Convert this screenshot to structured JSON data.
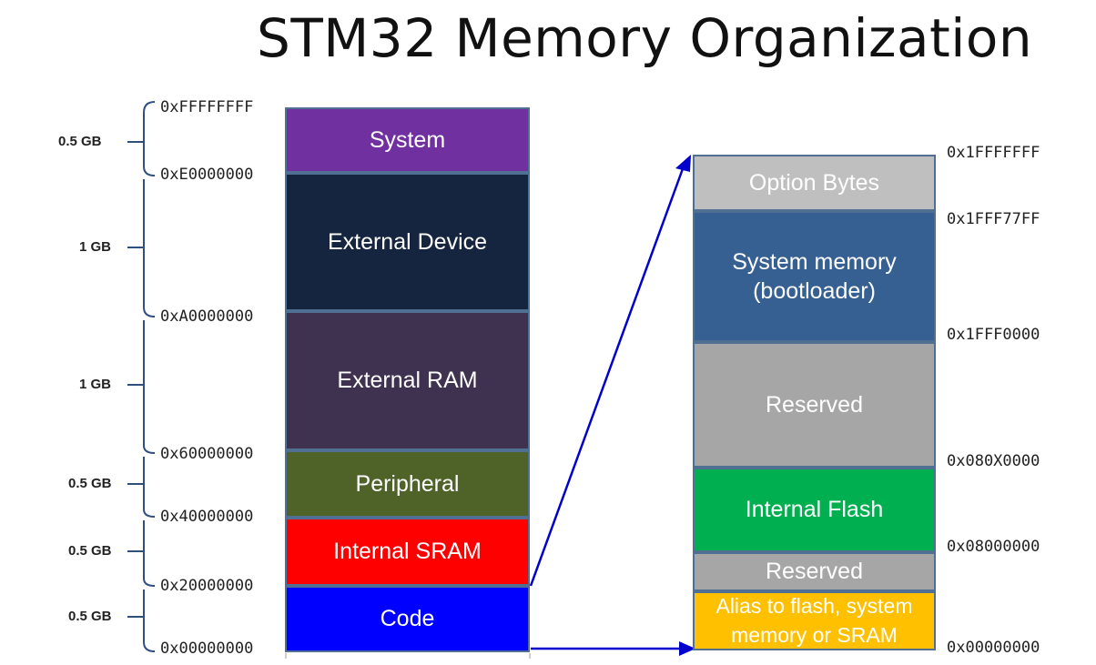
{
  "title": "STM32 Memory Organization",
  "left_map": {
    "blocks": [
      {
        "label": "System",
        "color": "#7030a0"
      },
      {
        "label": "External Device",
        "color": "#16253f"
      },
      {
        "label": "External RAM",
        "color": "#3f3150"
      },
      {
        "label": "Peripheral",
        "color": "#4f6228"
      },
      {
        "label": "Internal SRAM",
        "color": "#ff0000"
      },
      {
        "label": "Code",
        "color": "#0000ff"
      }
    ],
    "addresses": [
      "0xFFFFFFFF",
      "0xE0000000",
      "0xA0000000",
      "0x60000000",
      "0x40000000",
      "0x20000000",
      "0x00000000"
    ],
    "sizes": [
      "0.5 GB",
      "1 GB",
      "1 GB",
      "0.5 GB",
      "0.5 GB",
      "0.5 GB"
    ]
  },
  "right_map": {
    "blocks": [
      {
        "label": "Option Bytes",
        "color": "#bfbfbf"
      },
      {
        "label": "System memory (bootloader)",
        "color": "#376092"
      },
      {
        "label": "Reserved",
        "color": "#a6a6a6"
      },
      {
        "label": "Internal Flash",
        "color": "#00b050"
      },
      {
        "label": "Reserved",
        "color": "#a6a6a6"
      },
      {
        "label": "Alias to flash, system memory or SRAM",
        "color": "#ffc000"
      }
    ],
    "addresses": [
      "0x1FFFFFFF",
      "0x1FFF77FF",
      "0x1FFF0000",
      "0x080X0000",
      "0x08000000",
      "0x00000000"
    ]
  },
  "arrow_color": "#0000cc"
}
